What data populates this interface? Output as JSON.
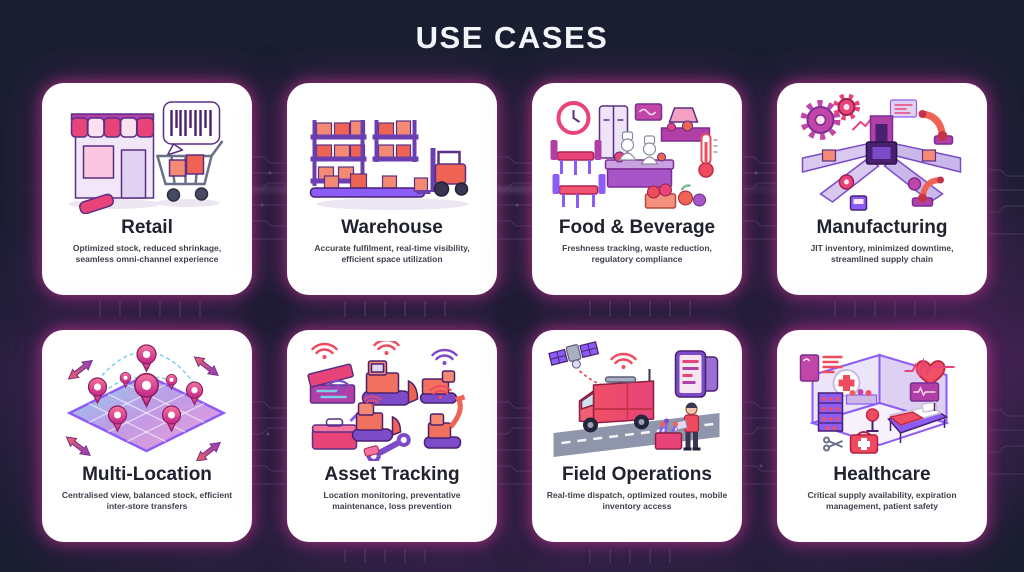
{
  "page": {
    "title": "USE CASES"
  },
  "colors": {
    "background": "#191e30",
    "card": "#ffffff",
    "card_glow": "#eb3aa0",
    "title_text": "#f4f6fb",
    "card_title_text": "#20222e",
    "card_subtitle_text": "#3f414c",
    "illustration_pink": "#e8447a",
    "illustration_salmon": "#f2705f",
    "illustration_purple": "#7b4bc8"
  },
  "cards": [
    {
      "id": "retail",
      "title": "Retail",
      "subtitle": "Optimized stock, reduced shrinkage, seamless omni-channel experience",
      "illustration": "storefront-shopping-cart-barcode"
    },
    {
      "id": "warehouse",
      "title": "Warehouse",
      "subtitle": "Accurate fulfilment, real-time visibility, efficient space utilization",
      "illustration": "racks-conveyor-forklift"
    },
    {
      "id": "food-beverage",
      "title": "Food & Beverage",
      "subtitle": "Freshness tracking, waste reduction, regulatory compliance",
      "illustration": "kitchen-chefs-produce"
    },
    {
      "id": "manufacturing",
      "title": "Manufacturing",
      "subtitle": "JIT inventory, minimized downtime, streamlined supply chain",
      "illustration": "assembly-line-robot-arms-gears"
    },
    {
      "id": "multi-location",
      "title": "Multi-Location",
      "subtitle": "Centralised view, balanced stock, efficient inter-store transfers",
      "illustration": "map-location-pins-arrows"
    },
    {
      "id": "asset-tracking",
      "title": "Asset Tracking",
      "subtitle": "Location monitoring, preventative maintenance, loss prevention",
      "illustration": "machinery-toolboxes-wifi"
    },
    {
      "id": "field-operations",
      "title": "Field Operations",
      "subtitle": "Real-time dispatch, optimized routes, mobile inventory access",
      "illustration": "service-van-satellite-technician"
    },
    {
      "id": "healthcare",
      "title": "Healthcare",
      "subtitle": "Critical supply availability, expiration management, patient safety",
      "illustration": "hospital-room-medical-supplies"
    }
  ]
}
